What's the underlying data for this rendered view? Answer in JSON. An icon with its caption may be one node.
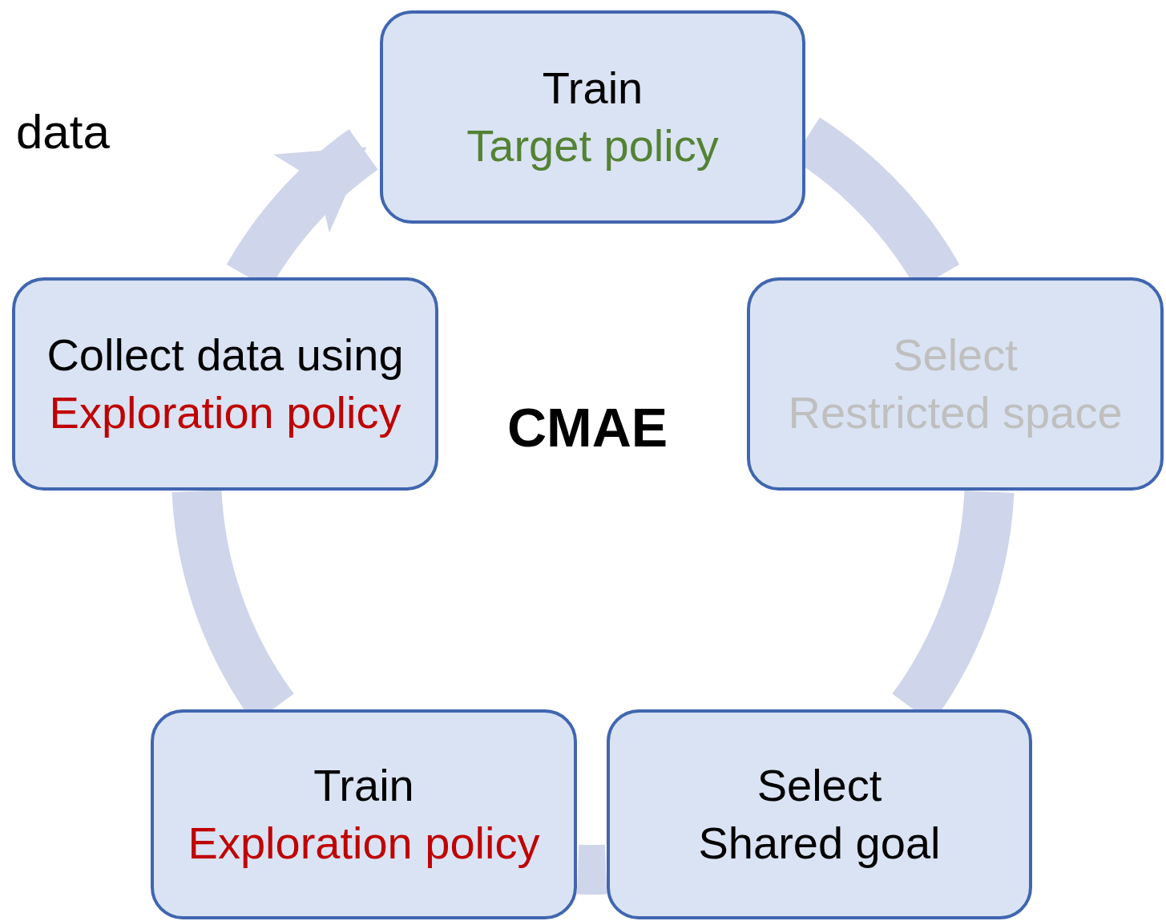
{
  "diagram": {
    "title": "CMAE",
    "nodes": [
      {
        "text": [
          "Train",
          "Target policy"
        ]
      },
      {
        "text": [
          "Select",
          "Restricted space"
        ]
      },
      {
        "text": [
          "Select",
          "Shared goal"
        ]
      },
      {
        "text": [
          "Train",
          "Exploration policy"
        ]
      },
      {
        "text": [
          "Collect data using",
          "Exploration policy"
        ]
      }
    ],
    "edges": [
      {
        "from": 0,
        "to": 1,
        "arrow": "none"
      },
      {
        "from": 1,
        "to": 2,
        "arrow": "none"
      },
      {
        "from": 2,
        "to": 3,
        "arrow": "none"
      },
      {
        "from": 3,
        "to": 4,
        "arrow": "none"
      },
      {
        "from": 4,
        "to": 0,
        "arrow": "to"
      }
    ],
    "labels": [
      "data"
    ]
  }
}
